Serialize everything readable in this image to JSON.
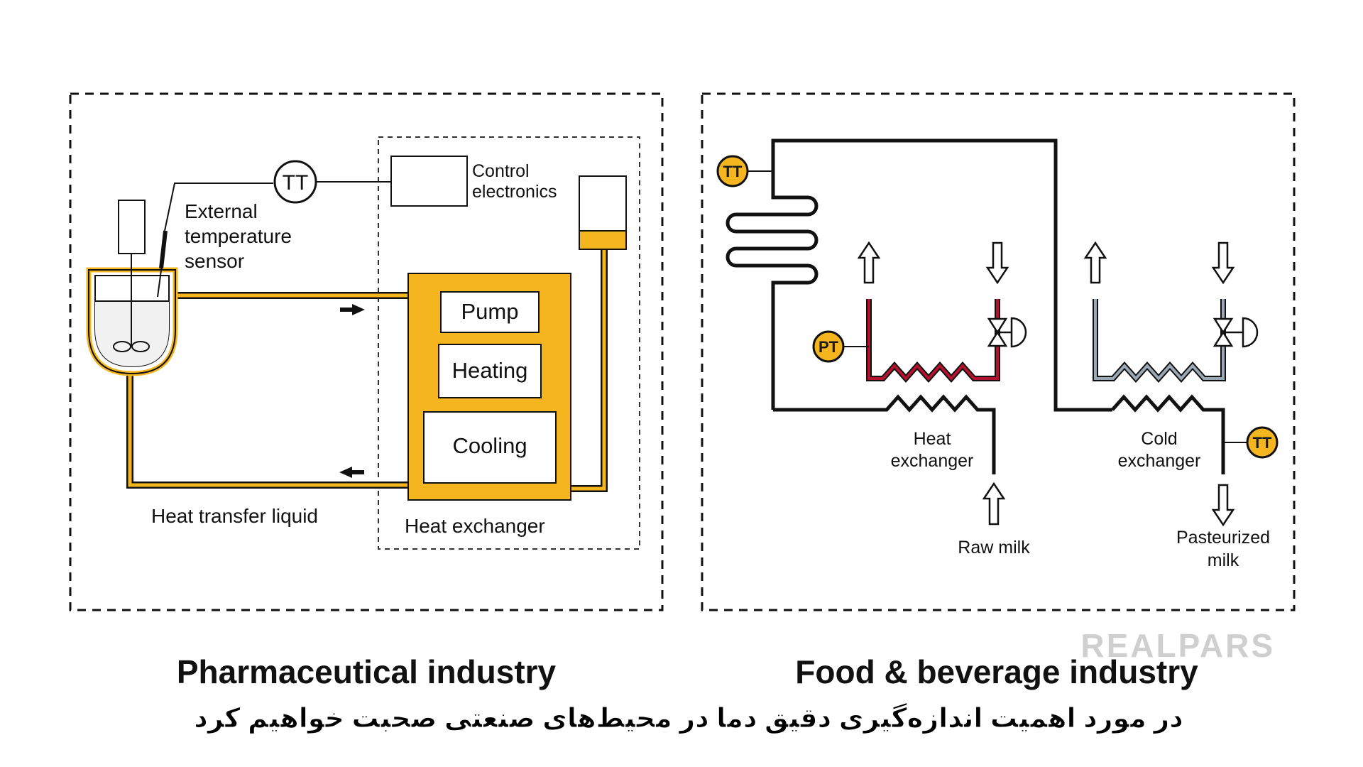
{
  "colors": {
    "accent": "#F5B51F",
    "hot_line": "#B3122E",
    "cold_line": "#9BA8B6",
    "ink": "#111111",
    "brand_gray": "#CFCFCF"
  },
  "pharma": {
    "title": "Pharmaceutical industry",
    "tt_label": "TT",
    "sensor_label": [
      "External",
      "temperature",
      "sensor"
    ],
    "control_label": [
      "Control",
      "electronics"
    ],
    "pump_label": "Pump",
    "heating_label": "Heating",
    "cooling_label": "Cooling",
    "liquid_label": "Heat transfer liquid",
    "exchanger_label": "Heat exchanger"
  },
  "food": {
    "title": "Food & beverage industry",
    "tt_top_label": "TT",
    "pt_label": "PT",
    "tt_right_label": "TT",
    "heat_exchanger_label": [
      "Heat",
      "exchanger"
    ],
    "cold_exchanger_label": [
      "Cold",
      "exchanger"
    ],
    "raw_milk_label": "Raw milk",
    "pasteurized_label": [
      "Pasteurized",
      "milk"
    ]
  },
  "brand": "REALPARS",
  "subtitle": "در مورد اهمیت اندازه‌گیری دقیق دما در محیط‌های صنعتی صحبت خواهیم کرد"
}
